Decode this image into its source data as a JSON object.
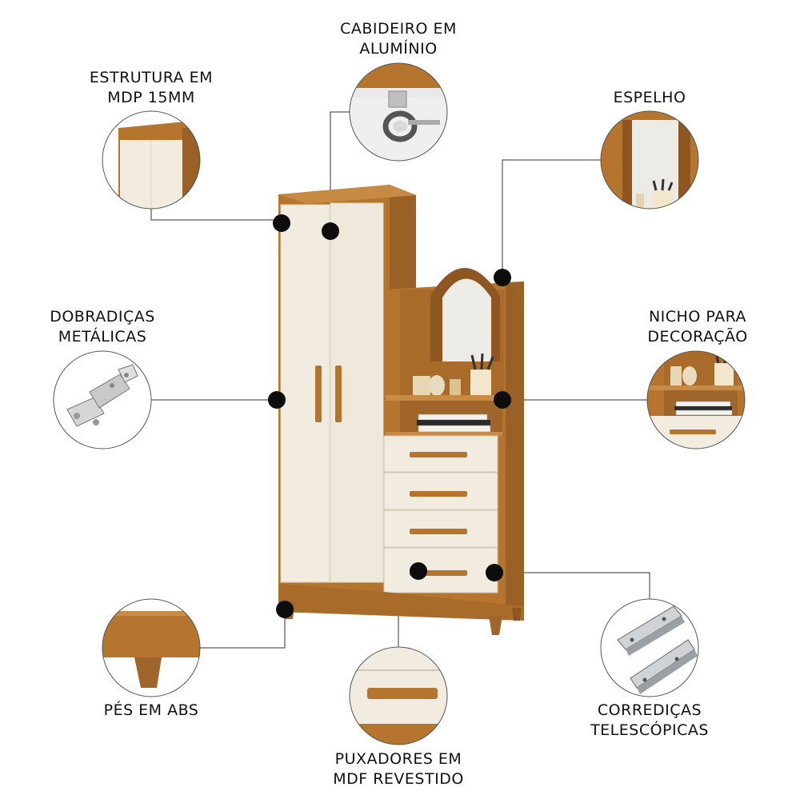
{
  "colors": {
    "wood": "#b5752f",
    "wood_dark": "#8e5621",
    "cream": "#f1ecdf",
    "line": "#333333",
    "dot": "#0d0d0d"
  },
  "callouts": [
    {
      "id": "estrutura",
      "lines": [
        "ESTRUTURA EM",
        "MDP 15MM"
      ],
      "icon": "panel-corner-icon"
    },
    {
      "id": "cabideiro",
      "lines": [
        "CABIDEIRO EM",
        "ALUMÍNIO"
      ],
      "icon": "hanger-rod-icon"
    },
    {
      "id": "espelho",
      "lines": [
        "ESPELHO"
      ],
      "icon": "mirror-icon"
    },
    {
      "id": "dobradicas",
      "lines": [
        "DOBRADIÇAS",
        "METÁLICAS"
      ],
      "icon": "hinge-icon"
    },
    {
      "id": "nicho",
      "lines": [
        "NICHO PARA",
        "DECORAÇÃO"
      ],
      "icon": "niche-shelf-icon"
    },
    {
      "id": "pes",
      "lines": [
        "PÉS EM ABS"
      ],
      "icon": "furniture-foot-icon"
    },
    {
      "id": "puxadores",
      "lines": [
        "PUXADORES EM",
        "MDF REVESTIDO"
      ],
      "icon": "drawer-handle-icon"
    },
    {
      "id": "corredicas",
      "lines": [
        "CORREDIÇAS",
        "TELESCÓPICAS"
      ],
      "icon": "telescopic-slide-icon"
    }
  ]
}
